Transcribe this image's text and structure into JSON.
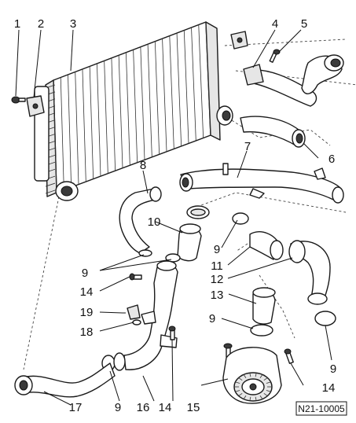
{
  "figure": {
    "reference_code": "N21-10005"
  },
  "callouts": {
    "c1": "1",
    "c2": "2",
    "c3": "3",
    "c4": "4",
    "c5": "5",
    "c6": "6",
    "c7": "7",
    "c8": "8",
    "c9a": "9",
    "c9b": "9",
    "c9c": "9",
    "c9d": "9",
    "c9e": "9",
    "c10": "10",
    "c11": "11",
    "c12": "12",
    "c13": "13",
    "c14a": "14",
    "c14b": "14",
    "c14c": "14",
    "c15": "15",
    "c16": "16",
    "c17": "17",
    "c18": "18",
    "c19": "19"
  }
}
